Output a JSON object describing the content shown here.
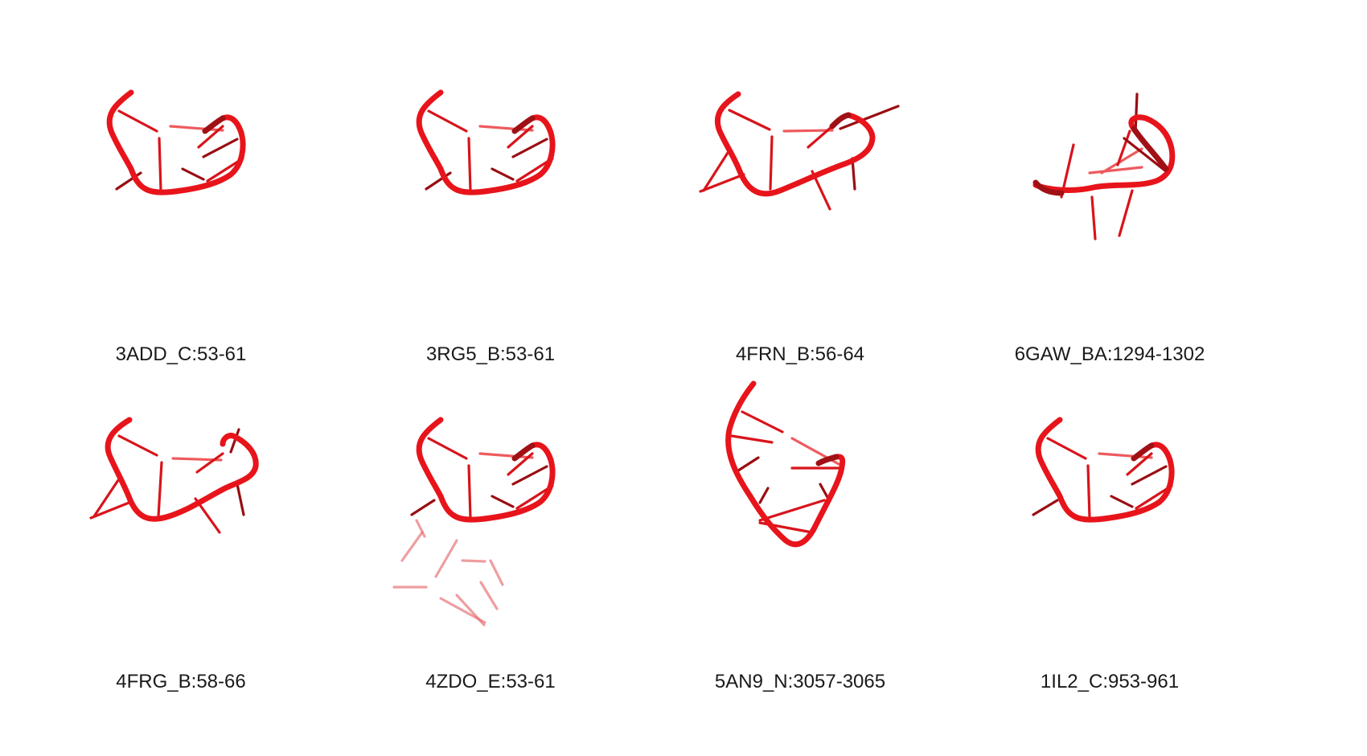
{
  "panels": [
    {
      "label": "3ADD_C:53-61"
    },
    {
      "label": "3RG5_B:53-61"
    },
    {
      "label": "4FRN_B:56-64"
    },
    {
      "label": "6GAW_BA:1294-1302"
    },
    {
      "label": "4FRG_B:58-66"
    },
    {
      "label": "4ZDO_E:53-61"
    },
    {
      "label": "5AN9_N:3057-3065"
    },
    {
      "label": "1IL2_C:953-961"
    }
  ],
  "colors": {
    "backbone": "#e8141b",
    "stem_dark": "#9a0d12",
    "stem_light": "#ee5a5e",
    "background": "#ffffff"
  }
}
